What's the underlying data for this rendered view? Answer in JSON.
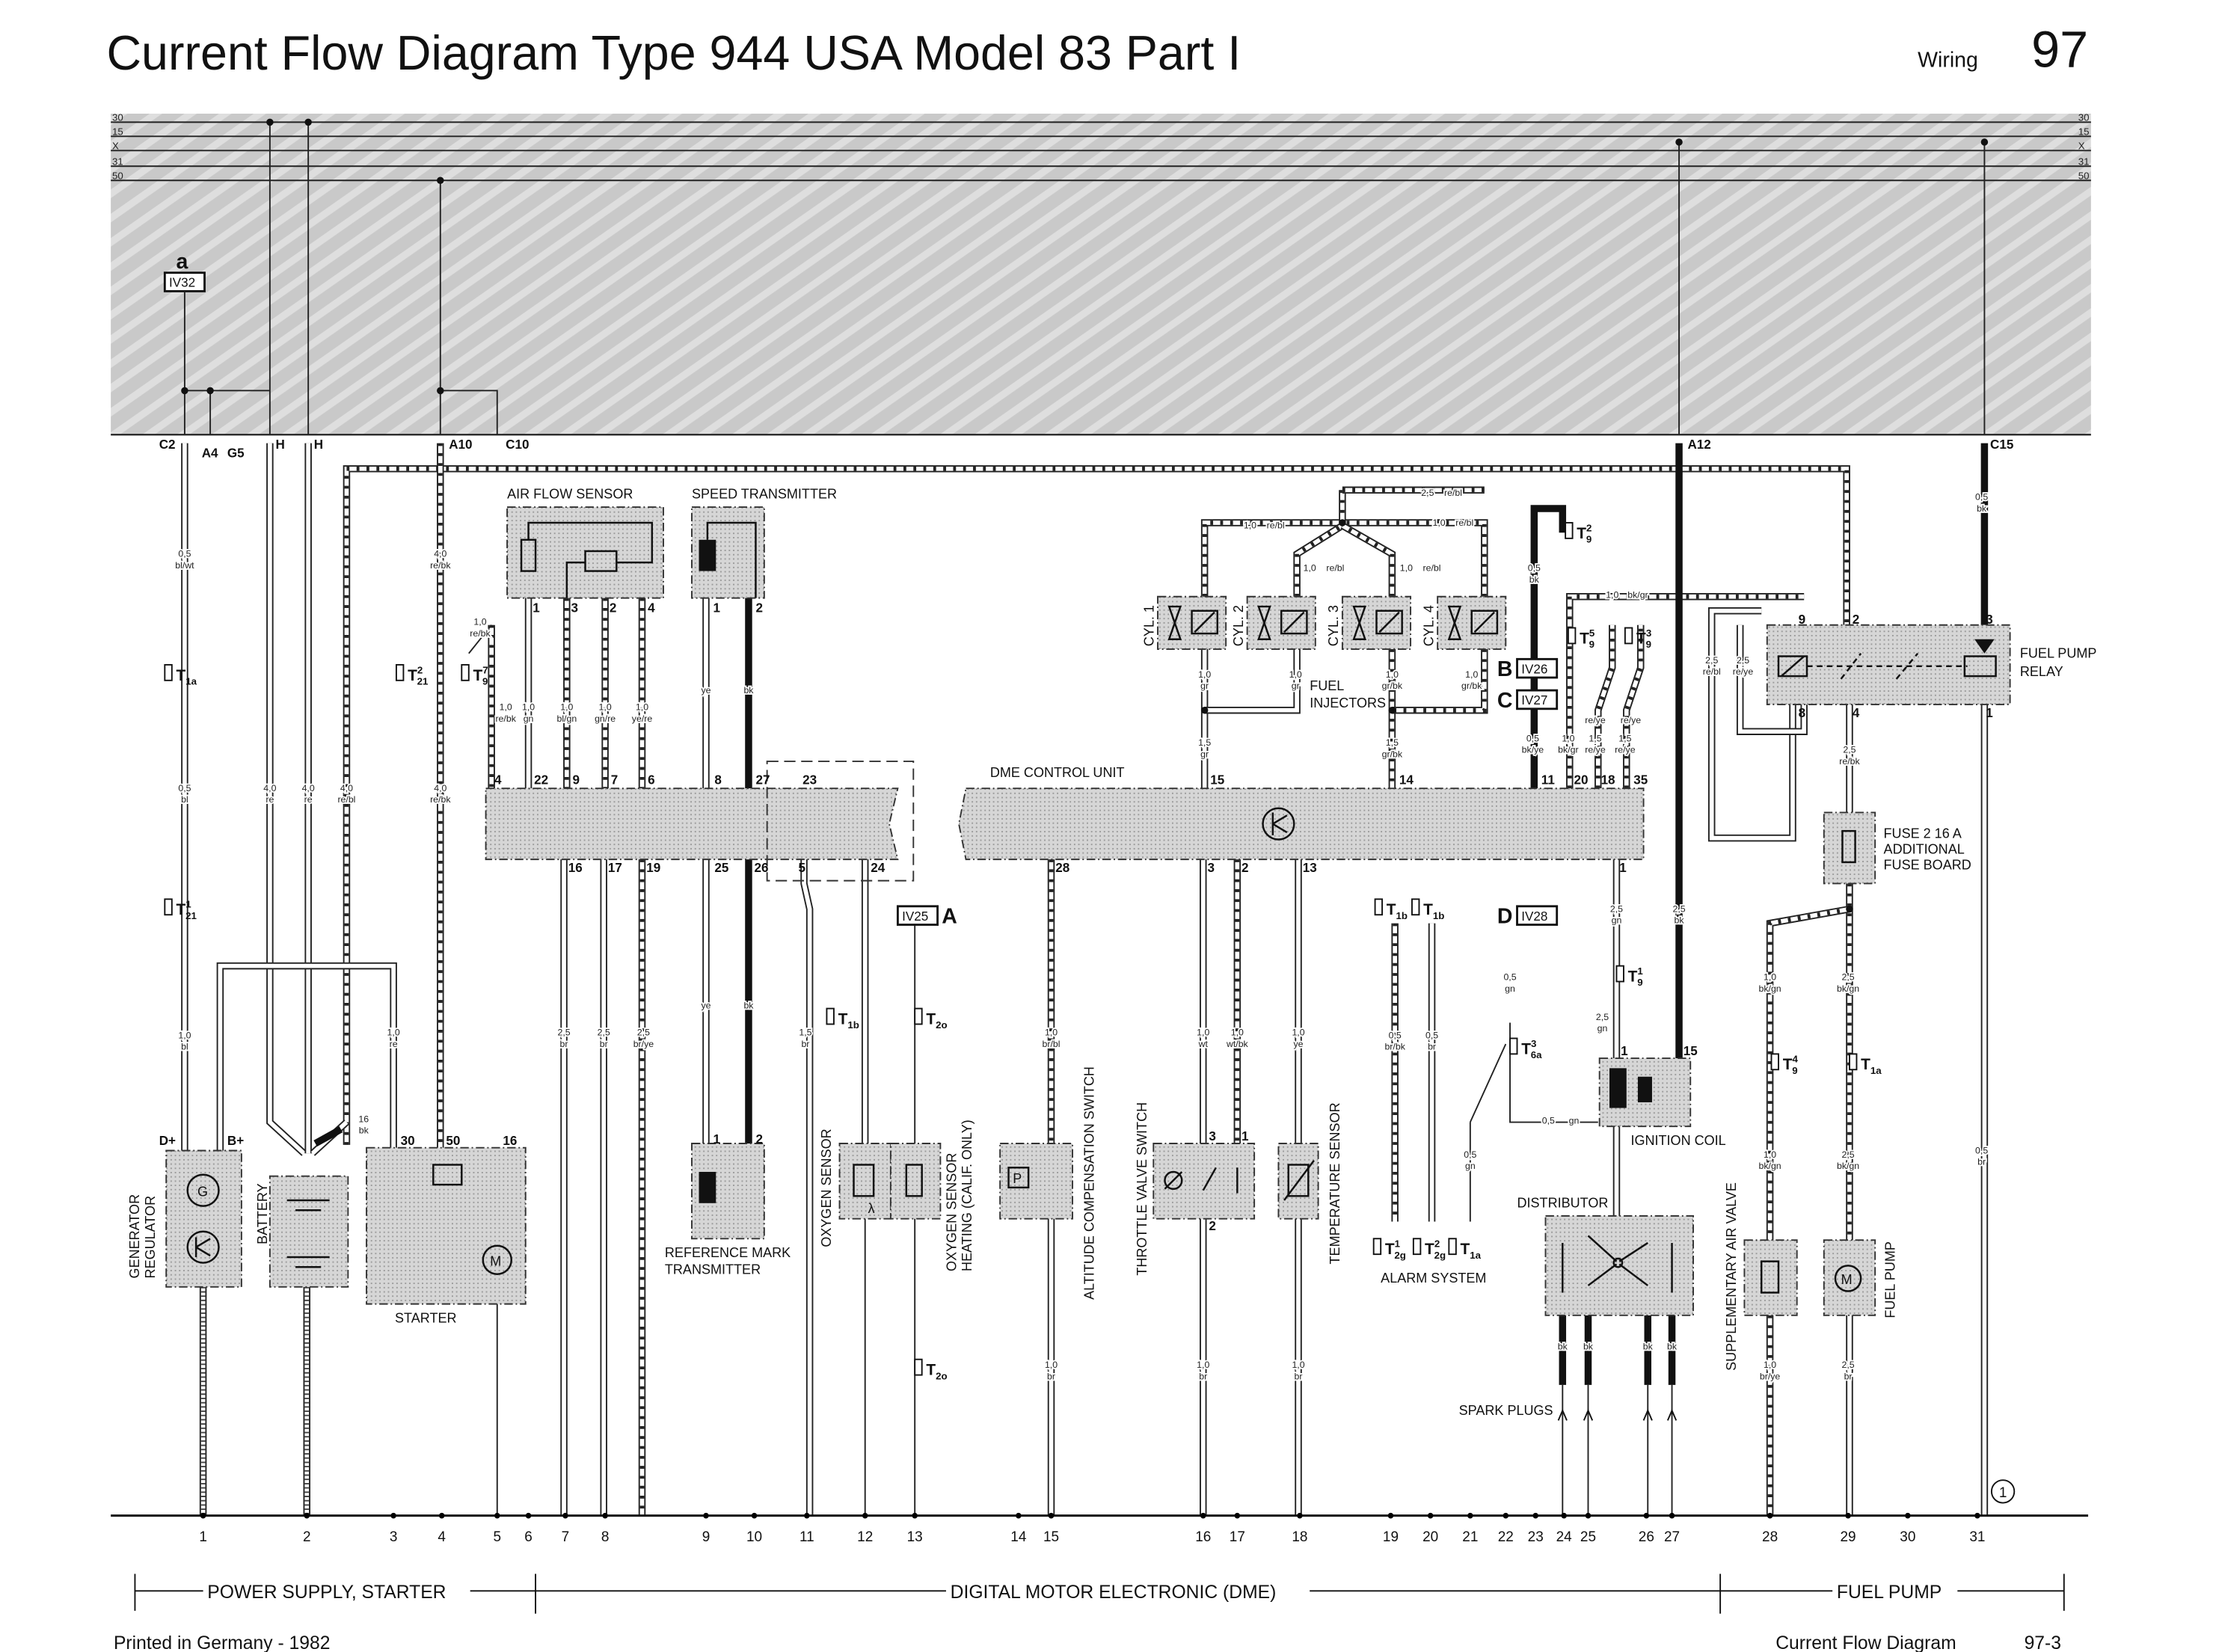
{
  "header": {
    "title": "Current Flow Diagram Type 944 USA   Model 83   Part I",
    "section": "Wiring",
    "page": "97"
  },
  "bus_labels": [
    "30",
    "15",
    "X",
    "31",
    "50"
  ],
  "terminals": [
    "C2",
    "A4",
    "G5",
    "H",
    "H",
    "A10",
    "C10",
    "A12",
    "C15"
  ],
  "fuse_ref_a": {
    "letter": "a",
    "code": "IV32"
  },
  "refs": [
    {
      "letter": "A",
      "code": "IV25"
    },
    {
      "letter": "B",
      "code": "IV26"
    },
    {
      "letter": "C",
      "code": "IV27"
    },
    {
      "letter": "D",
      "code": "IV28"
    }
  ],
  "components": {
    "air_flow_sensor": "AIR FLOW SENSOR",
    "speed_transmitter": "SPEED TRANSMITTER",
    "dme_control_unit": "DME CONTROL UNIT",
    "cylinders": [
      "CYL. 1",
      "CYL. 2",
      "CYL. 3",
      "CYL. 4"
    ],
    "fuel_injectors": [
      "FUEL",
      "INJECTORS"
    ],
    "fuel_pump_relay": [
      "FUEL PUMP",
      "RELAY"
    ],
    "fuse": [
      "FUSE 2 16 A",
      "ADDITIONAL",
      "FUSE BOARD"
    ],
    "ignition_coil": "IGNITION COIL",
    "distributor": "DISTRIBUTOR",
    "spark_plugs": "SPARK PLUGS",
    "alarm_system": "ALARM SYSTEM",
    "generator_regulator": [
      "GENERATOR",
      "REGULATOR"
    ],
    "battery": "BATTERY",
    "starter": "STARTER",
    "reference_mark_transmitter": [
      "REFERENCE MARK",
      "TRANSMITTER"
    ],
    "oxygen_sensor": "OXYGEN SENSOR",
    "oxygen_sensor_heating": [
      "OXYGEN SENSOR",
      "HEATING (CALIF. ONLY)"
    ],
    "altitude_compensation_switch": "ALTITUDE COMPENSATION SWITCH",
    "throttle_valve_switch": "THROTTLE VALVE SWITCH",
    "temperature_sensor": "TEMPERATURE SENSOR",
    "supplementary_air_valve": "SUPPLEMENTARY AIR VALVE",
    "fuel_pump": "FUEL PUMP",
    "generator_symbol": "G",
    "motor_symbol": "M",
    "pressure_symbol": "P",
    "lambda_symbol": "λ"
  },
  "wire_labels": [
    {
      "gauge": "0,5",
      "color": "bl/wt"
    },
    {
      "gauge": "0,5",
      "color": "bl"
    },
    {
      "gauge": "1,0",
      "color": "bl"
    },
    {
      "gauge": "4,0",
      "color": "re"
    },
    {
      "gauge": "4,0",
      "color": "re"
    },
    {
      "gauge": "4,0",
      "color": "re/bl"
    },
    {
      "gauge": "4,0",
      "color": "re/bk"
    },
    {
      "gauge": "4,0",
      "color": "re/bk"
    },
    {
      "gauge": "1,0",
      "color": "re"
    },
    {
      "gauge": "16",
      "color": "bk"
    },
    {
      "gauge": "1,0",
      "color": "re/bk"
    },
    {
      "gauge": "1,0",
      "color": "re/bk"
    },
    {
      "gauge": "1,0",
      "color": "gn"
    },
    {
      "gauge": "1,0",
      "color": "bl/gn"
    },
    {
      "gauge": "1,0",
      "color": "gn/re"
    },
    {
      "gauge": "1,0",
      "color": "ye/re"
    },
    {
      "gauge": "2,5",
      "color": "br"
    },
    {
      "gauge": "2,5",
      "color": "br"
    },
    {
      "gauge": "2,5",
      "color": "br/ye"
    },
    {
      "gauge": "1,5",
      "color": "br"
    },
    {
      "gauge": "1,0",
      "color": "br/bl"
    },
    {
      "gauge": "1,0",
      "color": "wt"
    },
    {
      "gauge": "1,0",
      "color": "wt/bk"
    },
    {
      "gauge": "1,0",
      "color": "ye"
    },
    {
      "gauge": "1,0",
      "color": "br"
    },
    {
      "gauge": "1,0",
      "color": "br"
    },
    {
      "gauge": "1,0",
      "color": "br"
    },
    {
      "gauge": "1,0",
      "color": "gr"
    },
    {
      "gauge": "1,0",
      "color": "gr"
    },
    {
      "gauge": "1,5",
      "color": "gr"
    },
    {
      "gauge": "1,0",
      "color": "gr/bk"
    },
    {
      "gauge": "1,0",
      "color": "gr/bk"
    },
    {
      "gauge": "1,5",
      "color": "gr/bk"
    },
    {
      "gauge": "1,0",
      "color": "re/bl"
    },
    {
      "gauge": "2,5",
      "color": "re/bl"
    },
    {
      "gauge": "1,0",
      "color": "re/bl"
    },
    {
      "gauge": "1,0",
      "color": "re/bl"
    },
    {
      "gauge": "1,0",
      "color": "re/bl"
    },
    {
      "gauge": "0,5",
      "color": "bk"
    },
    {
      "gauge": "0,5",
      "color": "bk/ye"
    },
    {
      "gauge": "1,0",
      "color": "bk/gr"
    },
    {
      "gauge": "1,5",
      "color": "re/ye"
    },
    {
      "gauge": "1,5",
      "color": "re/ye"
    },
    {
      "gauge": "1,0",
      "color": "bk/gr"
    },
    {
      "gauge": "2,5",
      "color": "gn"
    },
    {
      "gauge": "2,5",
      "color": "bk"
    },
    {
      "gauge": "2,5",
      "color": "gn"
    },
    {
      "gauge": "0,5",
      "color": "gn"
    },
    {
      "gauge": "0,5",
      "color": "gn"
    },
    {
      "gauge": "0,5",
      "color": "gn"
    },
    {
      "gauge": "0,5",
      "color": "br/bk"
    },
    {
      "gauge": "0,5",
      "color": "br"
    },
    {
      "gauge": "0,5",
      "color": "bk"
    },
    {
      "gauge": "0,5",
      "color": "br"
    },
    {
      "gauge": "2,5",
      "color": "re/bl"
    },
    {
      "gauge": "2,5",
      "color": "re/ye"
    },
    {
      "gauge": "2,5",
      "color": "re/bk"
    },
    {
      "gauge": "1,0",
      "color": "bk/gn"
    },
    {
      "gauge": "2,5",
      "color": "bk/gn"
    },
    {
      "gauge": "1,0",
      "color": "bk/gn"
    },
    {
      "gauge": "2,5",
      "color": "bk/gn"
    },
    {
      "gauge": "1,0",
      "color": "br/ye"
    },
    {
      "gauge": "2,5",
      "color": "br"
    }
  ],
  "wire_tags": [
    "ye",
    "bk",
    "ye",
    "bk",
    "re/ye",
    "re/ye",
    "bk",
    "bk",
    "bk",
    "bk"
  ],
  "pins": [
    "4",
    "22",
    "9",
    "7",
    "6",
    "8",
    "27",
    "23",
    "15",
    "14",
    "11",
    "20",
    "18",
    "35",
    "16",
    "17",
    "19",
    "25",
    "26",
    "5",
    "24",
    "28",
    "3",
    "2",
    "13",
    "1",
    "1",
    "3",
    "2",
    "4",
    "1",
    "2",
    "1",
    "2",
    "30",
    "50",
    "16",
    "D+",
    "B+",
    "9",
    "2",
    "3",
    "8",
    "4",
    "1",
    "1",
    "15",
    "3",
    "1",
    "2"
  ],
  "connectors": [
    {
      "base": "T",
      "sub": "1a",
      "sup": ""
    },
    {
      "base": "T",
      "sub": "21",
      "sup": "1"
    },
    {
      "base": "T",
      "sub": "21",
      "sup": "2"
    },
    {
      "base": "T",
      "sub": "9",
      "sup": "7"
    },
    {
      "base": "T",
      "sub": "1b",
      "sup": ""
    },
    {
      "base": "T",
      "sub": "2o",
      "sup": ""
    },
    {
      "base": "T",
      "sub": "2o",
      "sup": ""
    },
    {
      "base": "T",
      "sub": "1b",
      "sup": ""
    },
    {
      "base": "T",
      "sub": "1b",
      "sup": ""
    },
    {
      "base": "T",
      "sub": "9",
      "sup": "1"
    },
    {
      "base": "T",
      "sub": "6a",
      "sup": "3"
    },
    {
      "base": "T",
      "sub": "2g",
      "sup": "1"
    },
    {
      "base": "T",
      "sub": "2g",
      "sup": "2"
    },
    {
      "base": "T",
      "sub": "1a",
      "sup": ""
    },
    {
      "base": "T",
      "sub": "9",
      "sup": "2"
    },
    {
      "base": "T",
      "sub": "9",
      "sup": "5"
    },
    {
      "base": "T",
      "sub": "9",
      "sup": "3"
    },
    {
      "base": "T",
      "sub": "9",
      "sup": "4"
    },
    {
      "base": "T",
      "sub": "1a",
      "sup": ""
    }
  ],
  "columns": [
    "1",
    "2",
    "3",
    "4",
    "5",
    "6",
    "7",
    "8",
    "9",
    "10",
    "11",
    "12",
    "13",
    "14",
    "15",
    "16",
    "17",
    "18",
    "19",
    "20",
    "21",
    "22",
    "23",
    "24",
    "25",
    "26",
    "27",
    "28",
    "29",
    "30",
    "31"
  ],
  "circle_marker": "1",
  "sections": [
    "POWER SUPPLY, STARTER",
    "DIGITAL MOTOR ELECTRONIC (DME)",
    "FUEL PUMP"
  ],
  "footer": {
    "left": "Printed in Germany - 1982",
    "center": "Current Flow Diagram",
    "right": "97-3"
  }
}
